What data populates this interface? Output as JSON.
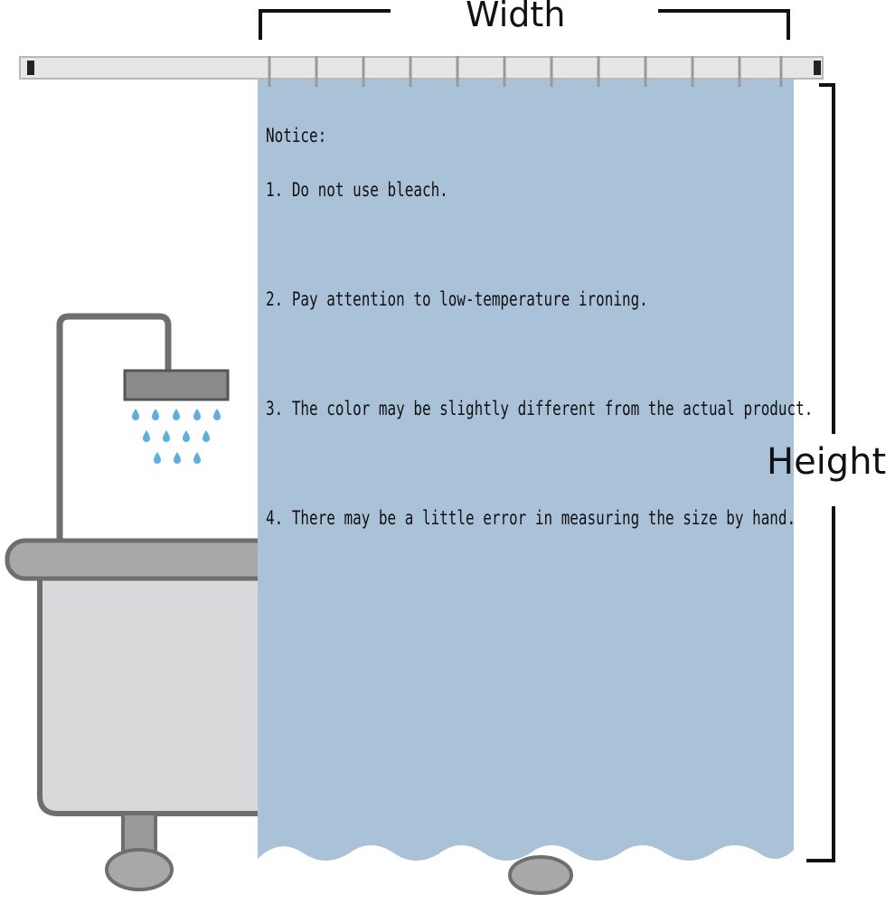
{
  "dimensions": {
    "width_label": "Width",
    "height_label": "Height"
  },
  "notice": {
    "title": "Notice:",
    "items": [
      "1. Do not use bleach.",
      "2. Pay attention to low-temperature ironing.",
      "3. The color may be slightly different from the actual product.",
      "4. There may be a little error in measuring the size by hand."
    ]
  },
  "colors": {
    "curtain": "#a9c2d8",
    "rod": "#e6e6e6",
    "tub": "#d8d9db",
    "tub_rim": "#9c9c9c",
    "water_drop": "#5ab0e0"
  }
}
